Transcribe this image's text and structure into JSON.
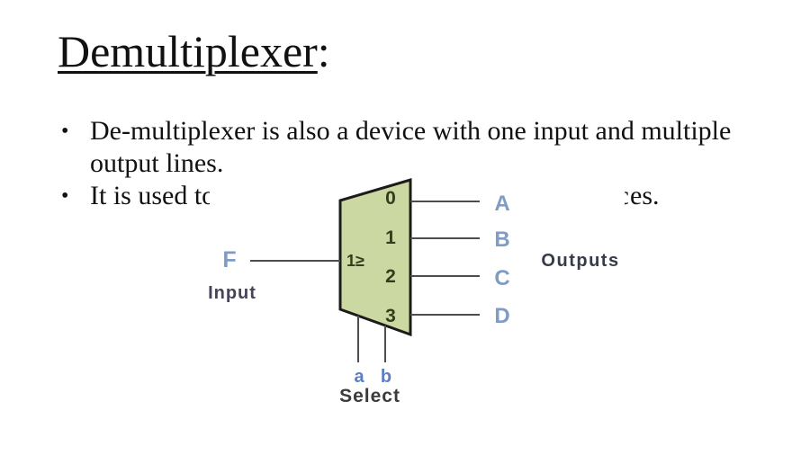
{
  "slide": {
    "title": "Demultiplexer",
    "title_suffix": ":",
    "bullets": [
      {
        "marker": "•",
        "lines": [
          "De-multiplexer is also a device with one input and multiple",
          "output lines."
        ]
      },
      {
        "marker": "•",
        "visible_start": "It is used to",
        "visible_end_partial": "c",
        "visible_end": "es."
      }
    ]
  },
  "diagram": {
    "gate_label": "1≥",
    "input_signal": "F",
    "input_caption": "Input",
    "outputs_caption": "Outputs",
    "select_caption": "Select",
    "select_lines": [
      "a",
      "b"
    ],
    "channels": [
      {
        "pin": "0",
        "signal": "A"
      },
      {
        "pin": "1",
        "signal": "B"
      },
      {
        "pin": "2",
        "signal": "C"
      },
      {
        "pin": "3",
        "signal": "D"
      }
    ],
    "colors": {
      "body_fill": "#ccd8a2",
      "body_stroke": "#1b1b1b",
      "wire": "#4d4d4d",
      "pin_text": "#333d1d",
      "gate_text": "#333d1d",
      "signal_text": "#7f9cc4",
      "select_signal_text": "#5b7ec6",
      "outputs_caption_text": "#363b49",
      "input_caption_text": "#474358",
      "select_caption_text": "#3b3b3b"
    }
  }
}
